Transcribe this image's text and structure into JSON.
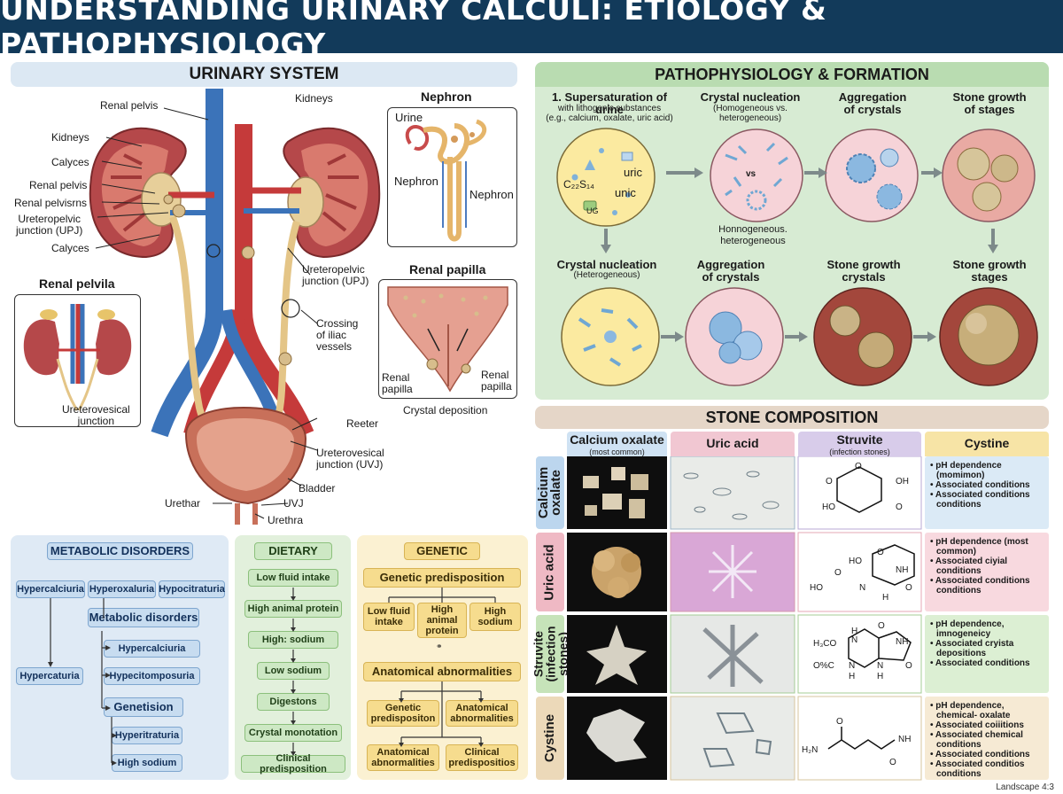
{
  "title": "UNDERSTANDING URINARY CALCULI: ETIOLOGY & PATHOPHYSIOLOGY",
  "urinary": {
    "header": "URINARY SYSTEM",
    "labels": {
      "renal_pelvis_top": "Renal pelvis",
      "kidneys_top": "Kidneys",
      "kidneys_left": "Kidneys",
      "calyces_1": "Calyces",
      "renal_pelvis_2": "Renal pelvis",
      "renal_pelvisrns": "Renal pelvisrns",
      "upj_left": "Ureteropelvic\njunction (UPJ)",
      "calyces_2": "Calyces",
      "upj_right": "Ureteropelvic\njunction (UPJ)",
      "crossing": "Crossing\nof iliac\nvessels",
      "reeter": "Reeter",
      "uvj_right": "Ureterovesical\njunction (UVJ)",
      "bladder": "Bladder",
      "uvj": "UVJ",
      "urethar": "Urethar",
      "urethra": "Urethra"
    },
    "nephron": {
      "title": "Nephron",
      "urine": "Urine",
      "nephron_left": "Nephron",
      "nephron_right": "Nephron"
    },
    "papilla": {
      "title": "Renal papilla",
      "left": "Renal\npapilla",
      "right": "Renal\npapilla",
      "caption": "Crystal deposition"
    },
    "pelvila": {
      "title": "Renal pelvila",
      "caption": "Ureterovesical\njunction"
    }
  },
  "patho": {
    "header": "PATHOPHYSIOLOGY & FORMATION",
    "row1": [
      {
        "title": "1. Supersaturation of urine",
        "sub": "with lithogenic substances\n(e.g., calcium, oxalate, uric acid)"
      },
      {
        "title": "Crystal nucleation",
        "sub": "(Homogeneous vs.\nheterogeneous)"
      },
      {
        "title": "Aggregation\nof crystals",
        "sub": ""
      },
      {
        "title": "Stone growth\nof stages",
        "sub": ""
      }
    ],
    "row2": [
      {
        "title": "Crystal nucleation",
        "sub": "(Heterogeneous)"
      },
      {
        "title": "Aggregation\nof crystals",
        "sub": ""
      },
      {
        "title": "Stone growth\ncrystals",
        "sub": ""
      },
      {
        "title": "Stone growth\nstages",
        "sub": ""
      }
    ],
    "circle1_text": {
      "formula": "C₂₂S₁₄",
      "uric": "uric",
      "unic": "unic",
      "ug": "UG"
    },
    "circle2_text": {
      "vs": "vs"
    },
    "circle2_caption": "Honnogeneous.\nheterogeneous"
  },
  "composition": {
    "header": "STONE COMPOSITION",
    "columns": [
      {
        "name": "Calcium oxalate",
        "sub": "(most common)"
      },
      {
        "name": "Uric acid",
        "sub": ""
      },
      {
        "name": "Struvite",
        "sub": "(infection stones)"
      },
      {
        "name": "Cystine",
        "sub": ""
      }
    ],
    "rows": [
      {
        "name": "Calcium\noxalate",
        "notes": [
          "pH dependence (momimon)",
          "Associated conditions",
          "Associated conditions conditions"
        ],
        "chem": {
          "o1": "O",
          "o2": "O",
          "oh": "OH",
          "ho": "HO",
          "o3": "O"
        }
      },
      {
        "name": "Uric acid",
        "notes": [
          "pH dependence (most common)",
          "Associated ciyial conditions",
          "Associated conditions conditions"
        ],
        "chem": {
          "ho": "HO",
          "o1": "O",
          "nh1": "NH",
          "n": "N",
          "o2": "O",
          "o3": "O",
          "o4": "O",
          "h": "H"
        }
      },
      {
        "name": "Struvite\n(infection stones)",
        "notes": [
          "pH dependence, imnogeneicy",
          "Associated cryista depositions",
          "Associated conditions"
        ],
        "chem": {
          "h3co": "H₃CO",
          "h1": "H",
          "n1": "N",
          "o1": "O",
          "nh": "NH",
          "onc": "O%C",
          "n2": "N",
          "h2": "H",
          "n3": "N",
          "h3": "H",
          "o2": "O"
        }
      },
      {
        "name": "Cystine",
        "notes": [
          "pH dependence, chemical- oxalate",
          "Associated coiiitions",
          "Associated chemical conditions",
          "Associated conditions",
          "Associated conditios conditions"
        ],
        "chem": {
          "h2n": "H₂N",
          "o1": "O",
          "nh": "NH",
          "o2": "O"
        }
      }
    ]
  },
  "metabolic": {
    "header": "METABOLIC DISORDERS",
    "top": [
      "Hypercalciuria",
      "Hyperoxaluria",
      "Hypocitraturia"
    ],
    "sub_head": "Metabolic disorders",
    "hypercaturia": "Hypercaturia",
    "sub_items": [
      "Hypercalciuria",
      "Hypecitomposuria"
    ],
    "gen_head": "Genetision",
    "gen_items": [
      "Hyperitraturia",
      "High sodium"
    ]
  },
  "dietary": {
    "header": "DIETARY",
    "items": [
      "Low fluid intake",
      "High animal protein",
      "High: sodium",
      "Low sodium",
      "Digestons",
      "Crystal monotation",
      "Clinical predisposition"
    ]
  },
  "genetic": {
    "header": "GENETIC",
    "sub_head": "Genetic predisposition",
    "items": [
      "Low fluid\nintake",
      "High\nanimal\nprotein",
      "High\nsodium"
    ],
    "anat_head": "Anatomical abnormalities",
    "anat_items": [
      "Genetic\npredispositon",
      "Anatomical\nabnormalities",
      "Anatomical\nabnormalities",
      "Clinical\npredispositios"
    ]
  },
  "footnote": "Landscape 4:3",
  "colors": {
    "banner": "#123a5a",
    "urinary": "#dce8f3",
    "patho": "#d7ebd3",
    "composition": "#e5d6c8",
    "metabolic": "#dfeaf5",
    "dietary": "#e2f0dc",
    "genetic": "#fbf1d2"
  }
}
